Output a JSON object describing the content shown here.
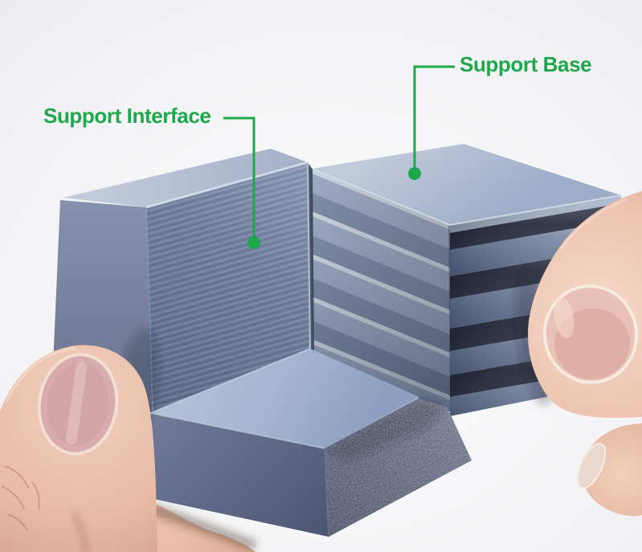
{
  "annotations": {
    "accent_color": "#1ca84b",
    "items": [
      {
        "id": "support-interface",
        "label": "Support Interface"
      },
      {
        "id": "support-base",
        "label": "Support Base"
      }
    ]
  },
  "photo": {
    "palette": {
      "background": "#f2f2f4",
      "material_light": "#aebdd6",
      "material_mid": "#7485a4",
      "material_shadow": "#2a3040",
      "material_rough": "#565b72",
      "skin": "#e8bca8"
    }
  }
}
